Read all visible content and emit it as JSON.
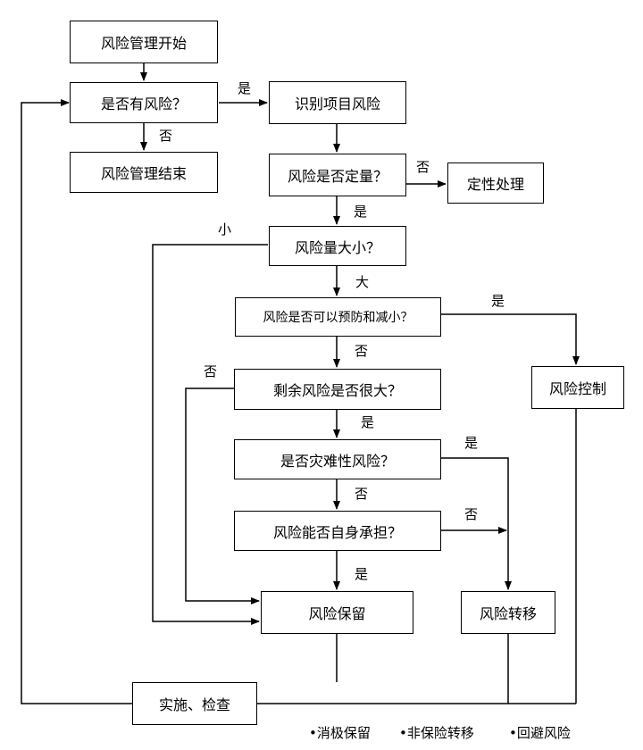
{
  "nodes": {
    "start": "风险管理开始",
    "has_risk": "是否有风险？",
    "end": "风险管理结束",
    "identify": "识别项目风险",
    "quantify": "风险是否定量？",
    "qualitative": "定性处理",
    "magnitude": "风险量大小？",
    "prevent": "风险是否可以预防和减小？",
    "control": "风险控制",
    "residual": "剩余风险是否很大？",
    "catastrophic": "是否灾难性风险？",
    "self_bear": "风险能否自身承担？",
    "retain": "风险保留",
    "transfer": "风险转移",
    "implement": "实施、检查"
  },
  "edge_labels": {
    "yes_identify": "是",
    "no_end": "否",
    "no_qualitative": "否",
    "yes_magnitude": "是",
    "small": "小",
    "large": "大",
    "yes_control": "是",
    "no_residual": "否",
    "no_retain_side": "否",
    "yes_catastrophic": "是",
    "yes_transfer": "是",
    "no_self_bear": "否",
    "no_transfer": "否",
    "yes_retain": "是"
  },
  "notes": {
    "retain_1": "•消极保留",
    "transfer_1": "•非保险转移",
    "control_1": "•回避风险"
  }
}
